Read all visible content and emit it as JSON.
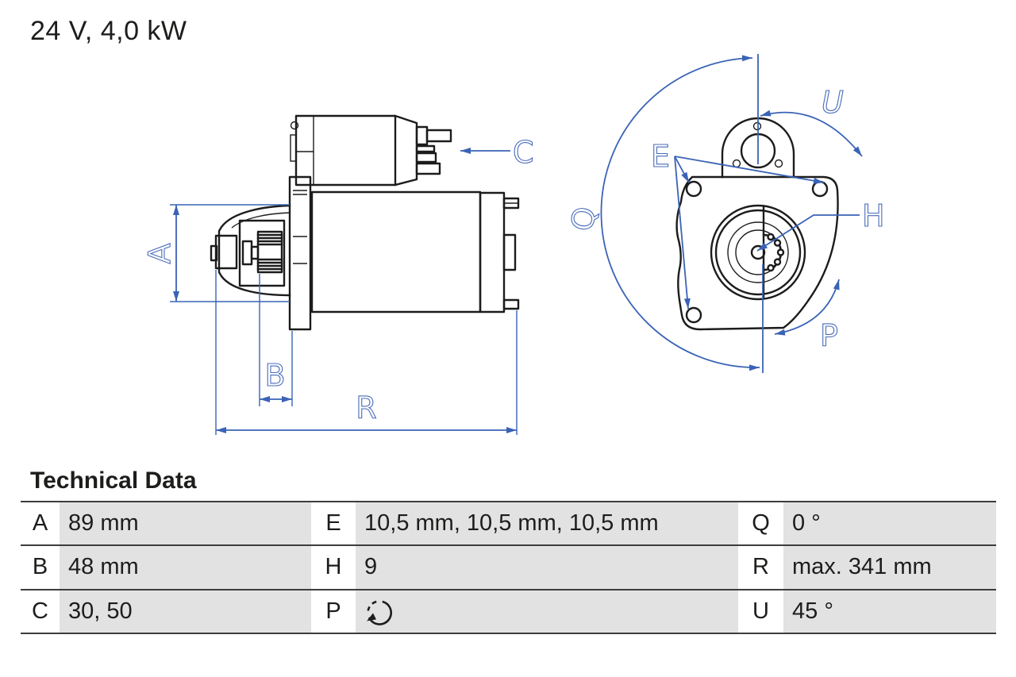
{
  "page": {
    "title": "24 V, 4,0 kW",
    "background_color": "#ffffff"
  },
  "diagram": {
    "description": "starter-motor technical drawing, side view and front view",
    "dimension_labels": {
      "A": "A",
      "B": "B",
      "C": "C",
      "R": "R",
      "E": "E",
      "H": "H",
      "P": "P",
      "Q": "Q",
      "U": "U"
    }
  },
  "technical_data": {
    "heading": "Technical Data",
    "rows": [
      {
        "cells": [
          {
            "key": "A",
            "value": "89 mm"
          },
          {
            "key": "E",
            "value": "10,5 mm, 10,5 mm, 10,5 mm"
          },
          {
            "key": "Q",
            "value": "0 °"
          }
        ]
      },
      {
        "cells": [
          {
            "key": "B",
            "value": "48 mm"
          },
          {
            "key": "H",
            "value": "9"
          },
          {
            "key": "R",
            "value": "max. 341 mm"
          }
        ]
      },
      {
        "cells": [
          {
            "key": "C",
            "value": "30, 50"
          },
          {
            "key": "P",
            "value": "",
            "icon": "counterclockwise-rotation-icon"
          },
          {
            "key": "U",
            "value": "45 °"
          }
        ]
      }
    ]
  },
  "colors": {
    "dimension_blue": "#3a63b6",
    "label_blue": "#4a6cba",
    "line_black": "#1c1c1c",
    "table_row_gray": "#e2e2e3",
    "table_line": "#3d3d3d",
    "text": "#1d1d1b"
  }
}
